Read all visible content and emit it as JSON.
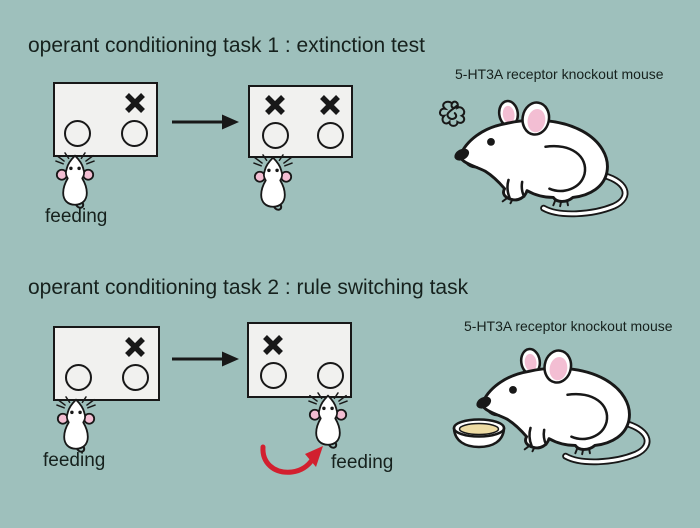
{
  "colors": {
    "background": "#9ec0bc",
    "box": "#f1f1ef",
    "line": "#181818",
    "text": "#16211d",
    "red": "#d2202f",
    "pink": "#f3bed3",
    "cream": "#eedca4"
  },
  "task1": {
    "title": "operant conditioning task 1 : extinction test",
    "caption": "5-HT3A receptor knockout mouse",
    "feeding_label": "feeding"
  },
  "task2": {
    "title": "operant conditioning task 2 : rule switching task",
    "caption": "5-HT3A receptor knockout mouse",
    "feeding_label_before": "feeding",
    "feeding_label_after": "feeding"
  },
  "icons": {
    "x_mark": "blocked-hole-x",
    "nose_poke_hole": "circle-hole",
    "arrow_right": "black-right-arrow",
    "rule_switch_arrow": "red-curved-arrow",
    "top_view_mouse": "mouse-seen-from-above",
    "side_view_mouse": "white-knockout-mouse",
    "frustration_scribble": "black-scribble",
    "food_bowl": "dish-with-food"
  }
}
